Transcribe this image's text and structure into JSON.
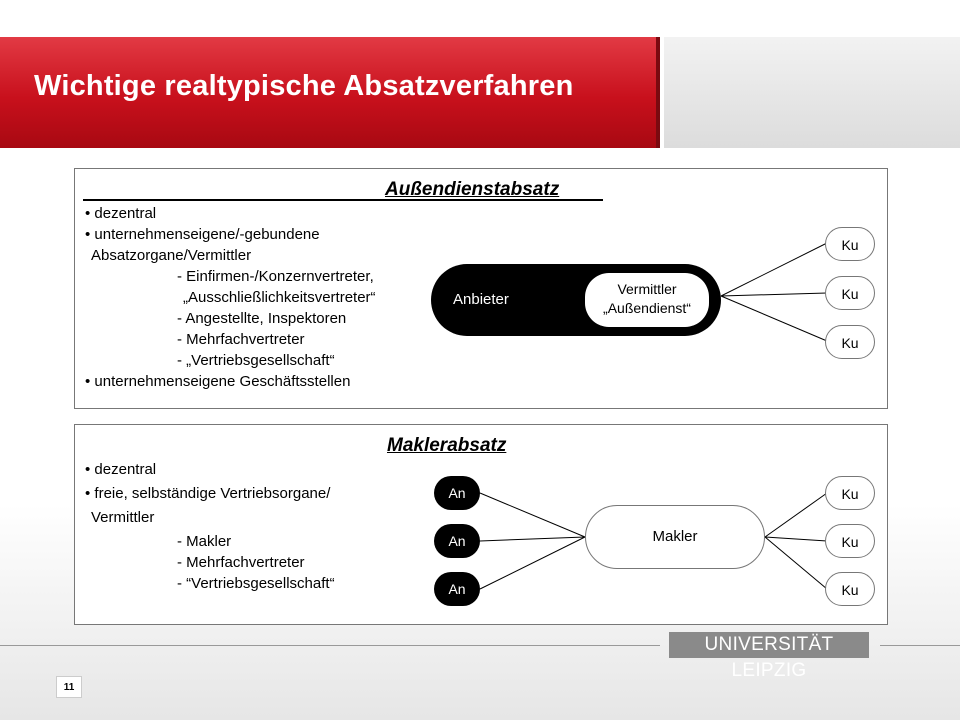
{
  "title": "Wichtige realtypische Absatzverfahren",
  "aussendienst": {
    "heading": "Außendienstabsatz",
    "lines": [
      "• dezentral",
      "• unternehmenseigene/-gebundene",
      "Absatzorgane/Vermittler",
      "- Einfirmen-/Konzernvertreter,",
      "„Ausschließlichkeitsvertreter“",
      "- Angestellte, Inspektoren",
      "- Mehrfachvertreter",
      "- „Vertriebsgesellschaft“",
      "• unternehmenseigene Geschäftsstellen"
    ],
    "anbieter": "Anbieter",
    "vermittler_line1": "Vermittler",
    "vermittler_line2": "„Außendienst“",
    "kunden": [
      "Ku",
      "Ku",
      "Ku"
    ]
  },
  "maklerabsatz": {
    "heading": "Maklerabsatz",
    "lines": [
      "• dezentral",
      "• freie, selbständige Vertriebsorgane/",
      "Vermittler",
      "- Makler",
      "- Mehrfachvertreter",
      "- “Vertriebsgesellschaft“"
    ],
    "anbieter": [
      "An",
      "An",
      "An"
    ],
    "makler": "Makler",
    "kunden": [
      "Ku",
      "Ku",
      "Ku"
    ]
  },
  "logo": "UNIVERSITÄT LEIPZIG",
  "page_number": "11"
}
